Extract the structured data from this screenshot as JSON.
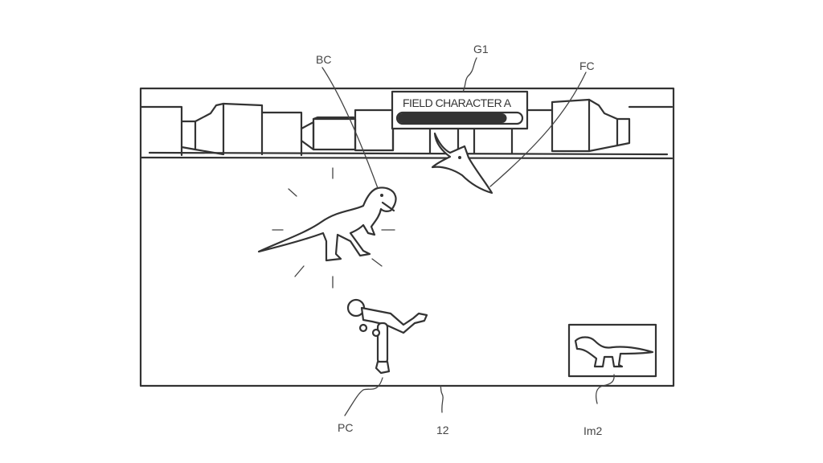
{
  "figure": {
    "reference_labels": {
      "g1": "G1",
      "bc": "BC",
      "fc": "FC",
      "pc": "PC",
      "screen": "12",
      "im2": "Im2"
    }
  },
  "game_screen": {
    "hud": {
      "target_name": "FIELD CHARACTER A",
      "health_fraction": 0.88,
      "bar_fill_color": "#333333"
    },
    "characters": [
      {
        "id": "BC",
        "kind": "tyrannosaurus",
        "state": "highlighted"
      },
      {
        "id": "FC",
        "kind": "pteranodon"
      },
      {
        "id": "PC",
        "kind": "player-figure"
      }
    ],
    "inset_image": {
      "id": "Im2",
      "depicts": "tyrannosaurus"
    }
  }
}
